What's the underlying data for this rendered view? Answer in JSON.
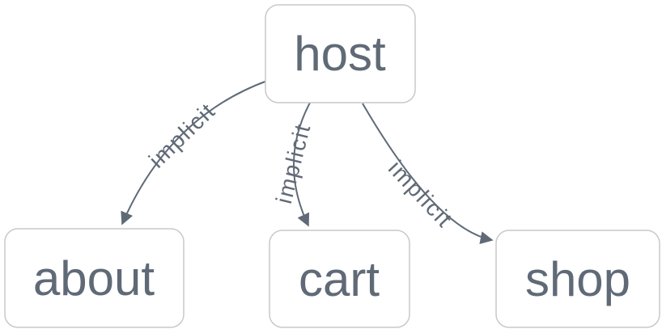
{
  "diagram": {
    "type": "graph",
    "nodes": [
      {
        "id": "host",
        "label": "host"
      },
      {
        "id": "about",
        "label": "about"
      },
      {
        "id": "cart",
        "label": "cart"
      },
      {
        "id": "shop",
        "label": "shop"
      }
    ],
    "edges": [
      {
        "from": "host",
        "to": "about",
        "label": "implicit"
      },
      {
        "from": "host",
        "to": "cart",
        "label": "implicit"
      },
      {
        "from": "host",
        "to": "shop",
        "label": "implicit"
      }
    ],
    "colors": {
      "background": "#ffffff",
      "node_fill": "#ffffff",
      "node_border": "#c9c9c9",
      "node_text": "#606a77",
      "edge_stroke": "#606a77",
      "edge_label_text": "#606a77"
    }
  }
}
